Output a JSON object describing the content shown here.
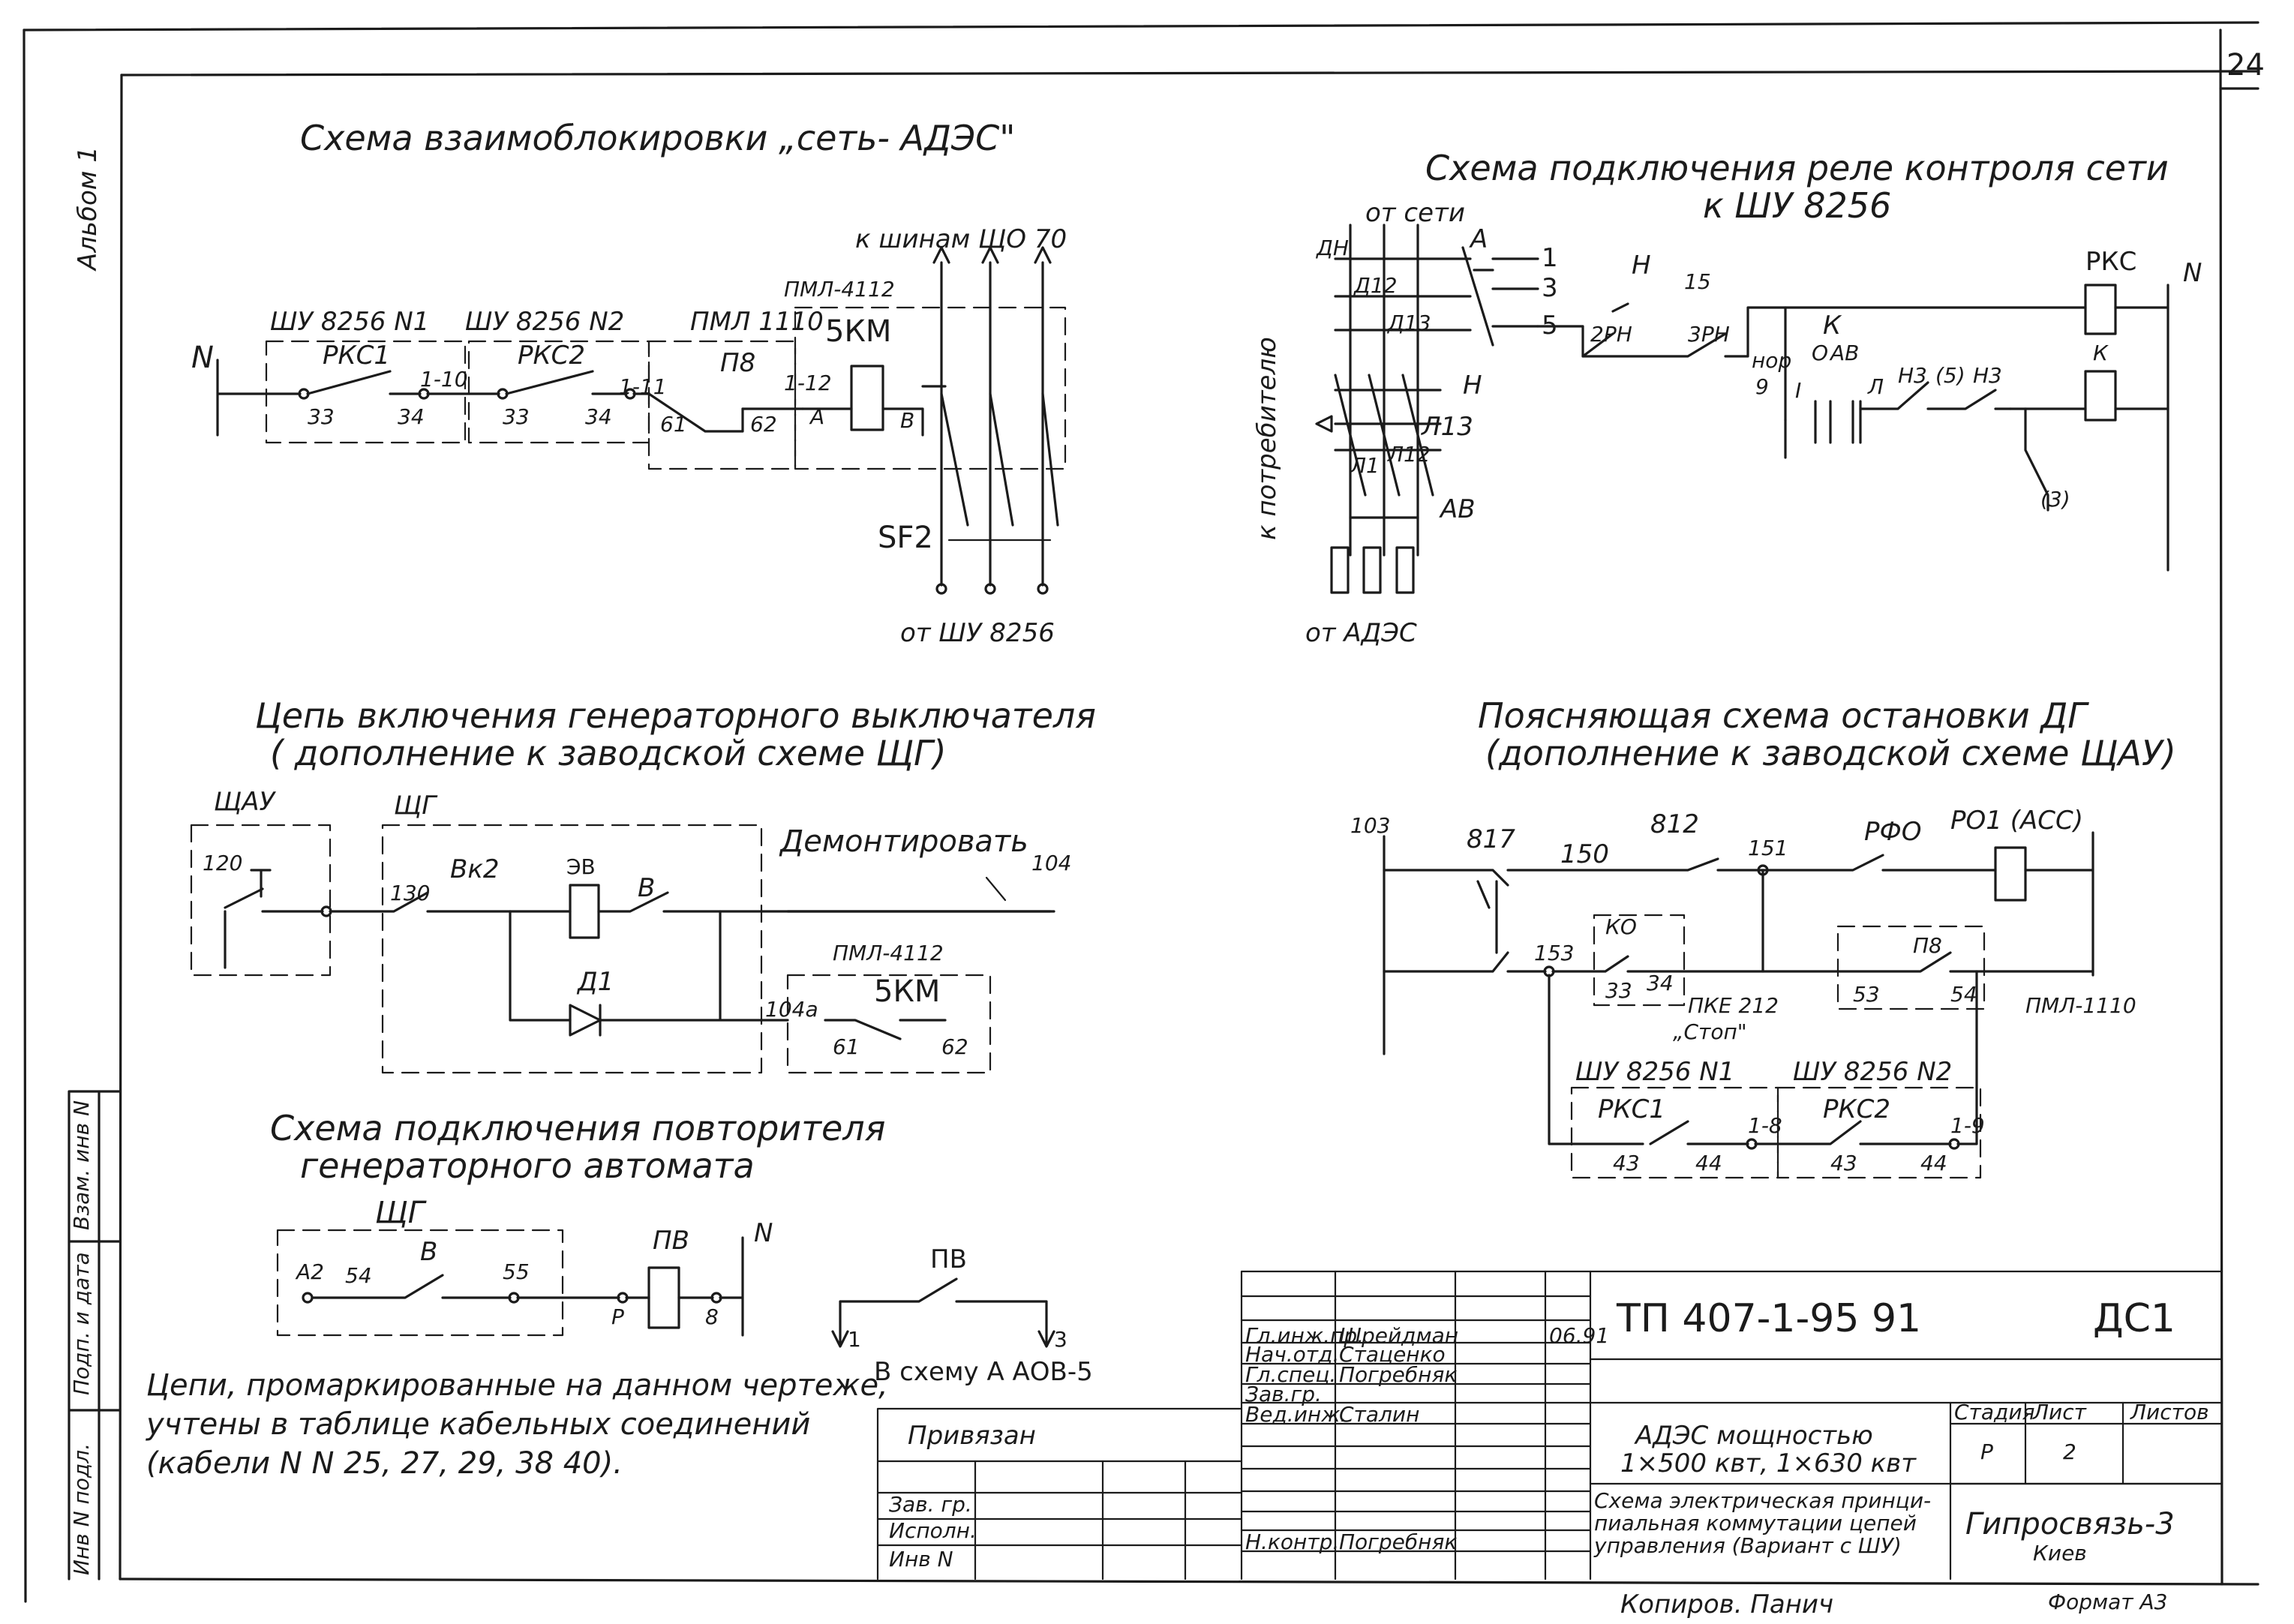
{
  "sheet_number": "24",
  "album_label": "Альбом 1",
  "titles": {
    "interlock": "Схема взаимоблокировки „сеть- АДЭС\"",
    "relay": "Схема подключения реле контроля сети",
    "relay_sub": "к ШУ 8256",
    "gen_switch": "Цепь включения генераторного выключателя",
    "gen_switch_sub": "( дополнение к заводской схеме ЩГ)",
    "stop": "Поясняющая схема остановки ДГ",
    "stop_sub": "(дополнение к заводской схеме ЩАУ)",
    "repeater": "Схема подключения повторителя",
    "repeater_sub": "генераторного автомата"
  },
  "interlock_labels": {
    "N": "N",
    "box1": "ШУ 8256 N1",
    "box2": "ШУ 8256 N2",
    "box3": "ПМЛ 1110",
    "box4": "ПМЛ-4112",
    "pks1": "РКС1",
    "pks2": "РКС2",
    "p8": "П8",
    "km": "5КМ",
    "n33a": "33",
    "n34a": "34",
    "n110": "1-10",
    "n33b": "33",
    "n34b": "34",
    "n111": "1-11",
    "n61": "61",
    "n62": "62",
    "n112": "1-12",
    "A": "А",
    "B": "В",
    "bus": "к шинам ЩО 70",
    "sf2": "SF2",
    "from": "от ШУ 8256"
  },
  "relay_labels": {
    "from_net": "от сети",
    "consumers": "к потребителю",
    "from_adec": "от АДЭС",
    "dn": "ДН",
    "d12": "Д12",
    "d13": "Д13",
    "A": "А",
    "H": "Н",
    "l13": "Л13",
    "l12": "Л12",
    "l1": "Л1",
    "AB": "АВ",
    "n1": "1",
    "n3": "3",
    "n5": "5",
    "H2": "Н",
    "n15": "15",
    "rn2": "2РН",
    "rn3": "3РН",
    "K": "К",
    "nor": "нор",
    "o": "О",
    "ab2": "АВ",
    "n9": "9",
    "I": "I",
    "l": "Л",
    "h3a": "Н3",
    "s5": "(5)",
    "h3b": "Н3",
    "c3": "(3)",
    "pkc": "РКС",
    "N": "N",
    "k2": "К"
  },
  "gen_labels": {
    "shau": "ЩАУ",
    "shg": "ЩГ",
    "n120": "120",
    "n130": "130",
    "vk2": "Вк2",
    "eb": "ЭВ",
    "B": "В",
    "d1": "Д1",
    "demount": "Демонтировать",
    "n104": "104",
    "pml": "ПМЛ-4112",
    "km": "5КМ",
    "n104a": "104а",
    "n61": "61",
    "n62": "62"
  },
  "stop_labels": {
    "n103": "103",
    "n817": "817",
    "n150": "150",
    "n812": "812",
    "n151": "151",
    "pfo": "РФО",
    "po1": "РО1 (АСС)",
    "n153": "153",
    "ko": "КО",
    "n33": "33",
    "n34": "34",
    "pke": "ПКЕ 212",
    "stop": "„Стоп\"",
    "p8": "П8",
    "n53": "53",
    "n54": "54",
    "pml": "ПМЛ-1110",
    "shu1": "ШУ 8256 N1",
    "shu2": "ШУ 8256 N2",
    "pks1": "РКС1",
    "pks2": "РКС2",
    "n18": "1-8",
    "n19": "1-9",
    "n43a": "43",
    "n44a": "44",
    "n43b": "43",
    "n44b": "44"
  },
  "repeater_labels": {
    "shg": "ЩГ",
    "B": "В",
    "a2": "А2",
    "n54": "54",
    "n55": "55",
    "pv": "ПВ",
    "N": "N",
    "P": "Р",
    "n8": "8",
    "pv2": "ПВ",
    "v1": "1",
    "v3": "3",
    "to_scheme": "В схему А АОВ-5"
  },
  "note": [
    "Цепи, промаркированные на данном чертеже,",
    "учтены в таблице кабельных соединений",
    "(кабели N N 25, 27, 29, 38  40)."
  ],
  "side_strip": [
    "Инв N подл.",
    "Подп. и дата",
    "Взам. инв N"
  ],
  "title_block": {
    "code": "ТП 407-1-95 91",
    "sheet_code": "ДС1",
    "bound": "Привязан",
    "left_rows": [
      "Зав. гр.",
      "Исполн.",
      "Инв N"
    ],
    "roles": [
      "Гл.инж.пр.",
      "Нач.отд.",
      "Гл.спец.",
      "Зав.гр.",
      "Вед.инж.",
      "",
      "Н.контр."
    ],
    "names": [
      "Шрейдман",
      "Стаценко",
      "Погребняк",
      "",
      "Сталин",
      "",
      "Погребняк"
    ],
    "date": "06.91",
    "object": [
      "АДЭС мощностью",
      "1×500 квт, 1×630 квт"
    ],
    "drawing": [
      "Схема электрическая принци-",
      "пиальная коммутации цепей",
      "управления (Вариант с ШУ)"
    ],
    "stage_head": "Стадия",
    "sheet_head": "Лист",
    "sheets_head": "Листов",
    "stage": "Р",
    "sheet": "2",
    "org": [
      "Гипросвязь-3",
      "Киев"
    ],
    "copied": "Копиров. Панич",
    "format": "Формат А3"
  }
}
